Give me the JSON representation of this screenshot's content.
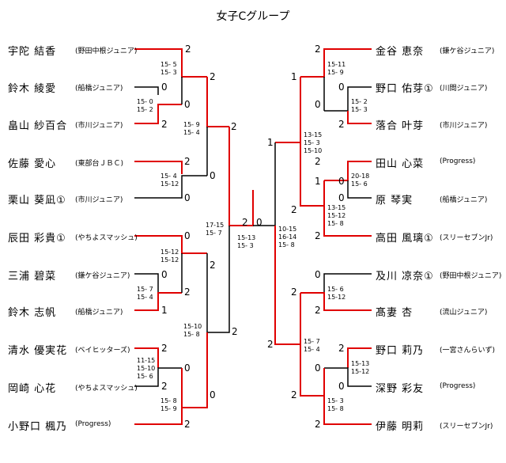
{
  "title": "女子Cグループ",
  "colors": {
    "win": "#e00000",
    "line": "#000000"
  },
  "left_players": [
    {
      "name": "宇陀 結香",
      "club": "(野田中根ジュニア)"
    },
    {
      "name": "鈴木 綾愛",
      "club": "(船橋ジュニア)"
    },
    {
      "name": "畠山 紗百合",
      "club": "(市川ジュニア)"
    },
    {
      "name": "佐藤 愛心",
      "club": "(東部台ＪＢＣ)"
    },
    {
      "name": "栗山 葵凪①",
      "club": "(市川ジュニア)"
    },
    {
      "name": "辰田 彩貴①",
      "club": "(やちよスマッシュ)"
    },
    {
      "name": "三浦 碧菜",
      "club": "(鎌ケ谷ジュニア)"
    },
    {
      "name": "鈴木 志帆",
      "club": "(船橋ジュニア)"
    },
    {
      "name": "清水 優実花",
      "club": "(ベイヒッターズ)"
    },
    {
      "name": "岡崎 心花",
      "club": "(やちよスマッシュ)"
    },
    {
      "name": "小野口 楓乃",
      "club": "(Progress)"
    }
  ],
  "right_players": [
    {
      "name": "金谷 恵奈",
      "club": "(鎌ケ谷ジュニア)"
    },
    {
      "name": "野口 佑芽①",
      "club": "(川間ジュニア)"
    },
    {
      "name": "落合 叶芽",
      "club": "(市川ジュニア)"
    },
    {
      "name": "田山 心菜",
      "club": "(Progress)"
    },
    {
      "name": "原 琴実",
      "club": "(船橋ジュニア)"
    },
    {
      "name": "高田 風璃①",
      "club": "(スリーセブンJr)"
    },
    {
      "name": "及川 凉奈①",
      "club": "(野田中根ジュニア)"
    },
    {
      "name": "髙妻 杏",
      "club": "(流山ジュニア)"
    },
    {
      "name": "野口 莉乃",
      "club": "(一宮さんらいず)"
    },
    {
      "name": "深野 彩友",
      "club": "(Progress)"
    },
    {
      "name": "伊藤 明莉",
      "club": "(スリーセブンJr)"
    }
  ],
  "scores": [
    "2",
    "0",
    "2",
    "2",
    "0",
    "0",
    "2",
    "2",
    "0",
    "2",
    "0",
    "0",
    "2",
    "0",
    "2",
    "1",
    "2",
    "2",
    "0",
    "2",
    "0",
    "2",
    "2",
    "0",
    "2",
    "2",
    "2",
    "0",
    "0",
    "2",
    "0",
    "2",
    "1",
    "1",
    "0",
    "2",
    "2",
    "1",
    "0",
    "2",
    "2",
    "0",
    "2",
    "0",
    "2",
    "0",
    "2",
    "2",
    "2"
  ],
  "sets": [
    "15- 5\n15- 3",
    "15- 0\n15- 2",
    "15- 9\n15- 4",
    "15- 4\n15-12",
    "15-12\n15-12",
    "15- 7\n15- 4",
    "15-10\n15- 8",
    "11-15\n15-10\n15- 6",
    "15- 8\n15- 9",
    "17-15\n15- 7",
    "15-13\n15- 3",
    "15-11\n15- 9",
    "15- 2\n15- 3",
    "13-15\n15- 3\n15-10",
    "20-18\n15- 6",
    "13-15\n15-12\n15- 8",
    "10-15\n16-14\n15- 8",
    "15- 6\n15-12",
    "15- 7\n15- 4",
    "15-13\n15-12",
    "15- 3\n15- 8"
  ]
}
